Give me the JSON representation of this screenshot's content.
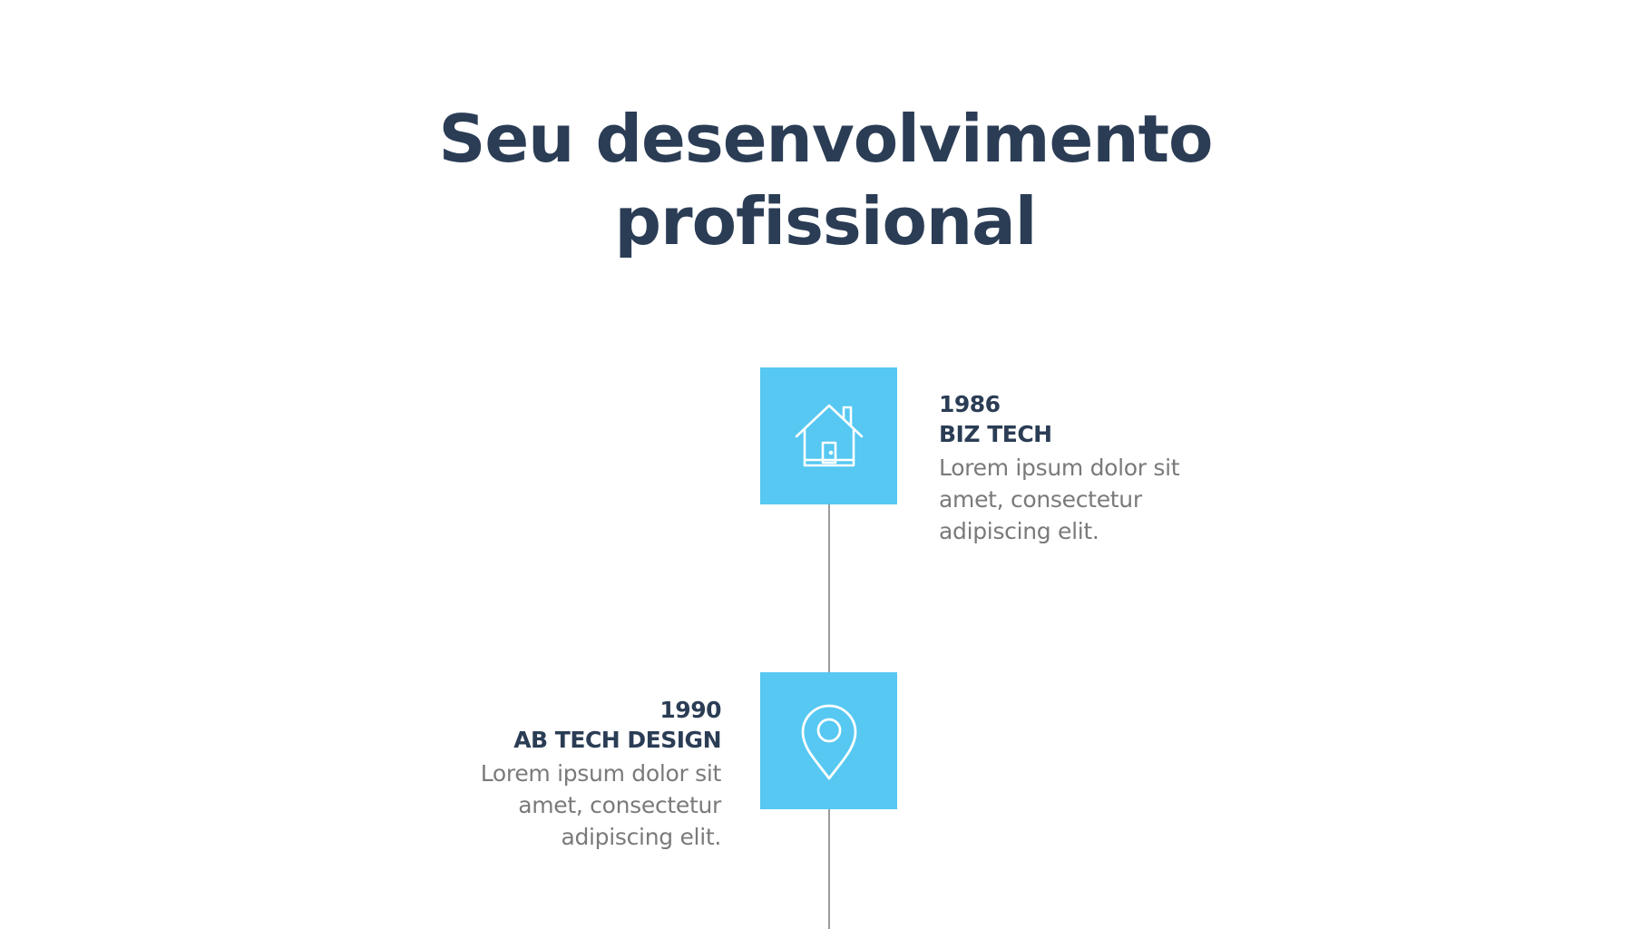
{
  "title": {
    "line1": "Seu desenvolvimento",
    "line2": "profissional"
  },
  "timeline": [
    {
      "year": "1986",
      "company": "BIZ TECH",
      "desc_lines": [
        "Lorem ipsum dolor sit",
        "amet, consectetur",
        "adipiscing elit."
      ],
      "icon": "house-icon",
      "side": "right"
    },
    {
      "year": "1990",
      "company": "AB TECH DESIGN",
      "desc_lines": [
        "Lorem ipsum dolor sit",
        "amet, consectetur",
        "adipiscing elit."
      ],
      "icon": "location-pin-icon",
      "side": "left"
    }
  ],
  "colors": {
    "title": "#2b3d55",
    "accent": "#56c8f1",
    "body_text": "#7a7a7a",
    "line": "#9c9c9c"
  }
}
